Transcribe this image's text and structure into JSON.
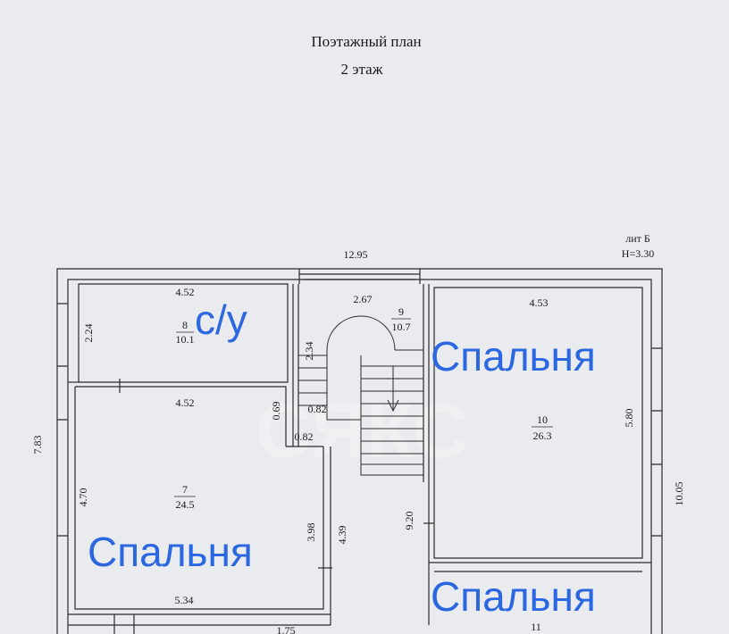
{
  "title": {
    "line1": "Поэтажный план",
    "line2": "2 этаж"
  },
  "building": {
    "lit": "лит Б",
    "height": "H=3.30"
  },
  "watermark": "СЯКС",
  "dimensions": {
    "top_total": "12.95",
    "left_total": "7.83",
    "right_total": "10.05",
    "r8_width": "4.52",
    "r8_height": "2.24",
    "r7_top_width": "4.52",
    "r7_height": "4.70",
    "r7_bottom_width": "5.34",
    "stair_width": "2.67",
    "stair_side": "2.34",
    "stair_landing": "0.82",
    "passage_small": "0.69",
    "passage_width": "0.82",
    "passage_len": "3.98",
    "corridor_len": "4.39",
    "hall_len": "9.20",
    "r10_width": "4.53",
    "r10_height": "5.80",
    "bottom_partial": "1.75"
  },
  "rooms": [
    {
      "num": "8",
      "area": "10.1"
    },
    {
      "num": "9",
      "area": "10.7"
    },
    {
      "num": "10",
      "area": "26.3"
    },
    {
      "num": "7",
      "area": "24.5"
    },
    {
      "num": "11",
      "area": ""
    }
  ],
  "labels": {
    "bathroom": "с/у",
    "bedroom_right": "Спальня",
    "bedroom_left": "Спальня",
    "bedroom_bottom": "Спальня"
  },
  "colors": {
    "overlay_text": "#2a67e0",
    "line": "#2b2b2b",
    "background": "#e9ebee"
  }
}
